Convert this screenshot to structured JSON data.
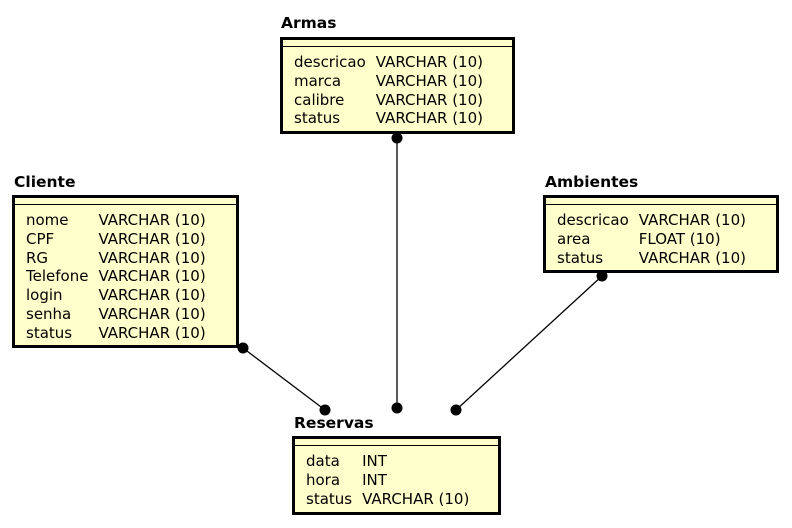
{
  "colors": {
    "entity_fill": "#ffffcc",
    "border": "#000000",
    "connector": "#000000"
  },
  "entities": {
    "armas": {
      "title": "Armas",
      "attributes": [
        {
          "name": "descricao",
          "type": "VARCHAR (10)"
        },
        {
          "name": "marca",
          "type": "VARCHAR (10)"
        },
        {
          "name": "calibre",
          "type": "VARCHAR (10)"
        },
        {
          "name": "status",
          "type": "VARCHAR (10)"
        }
      ]
    },
    "cliente": {
      "title": "Cliente",
      "attributes": [
        {
          "name": "nome",
          "type": "VARCHAR (10)"
        },
        {
          "name": "CPF",
          "type": "VARCHAR (10)"
        },
        {
          "name": "RG",
          "type": "VARCHAR (10)"
        },
        {
          "name": "Telefone",
          "type": "VARCHAR (10)"
        },
        {
          "name": "login",
          "type": "VARCHAR (10)"
        },
        {
          "name": "senha",
          "type": "VARCHAR (10)"
        },
        {
          "name": "status",
          "type": "VARCHAR (10)"
        }
      ]
    },
    "ambientes": {
      "title": "Ambientes",
      "attributes": [
        {
          "name": "descricao",
          "type": "VARCHAR (10)"
        },
        {
          "name": "area",
          "type": "FLOAT (10)"
        },
        {
          "name": "status",
          "type": "VARCHAR (10)"
        }
      ]
    },
    "reservas": {
      "title": "Reservas",
      "attributes": [
        {
          "name": "data",
          "type": "INT"
        },
        {
          "name": "hora",
          "type": "INT"
        },
        {
          "name": "status",
          "type": "VARCHAR (10)"
        }
      ]
    }
  },
  "relationships": [
    {
      "from": "cliente",
      "to": "reservas"
    },
    {
      "from": "armas",
      "to": "reservas"
    },
    {
      "from": "ambientes",
      "to": "reservas"
    }
  ]
}
